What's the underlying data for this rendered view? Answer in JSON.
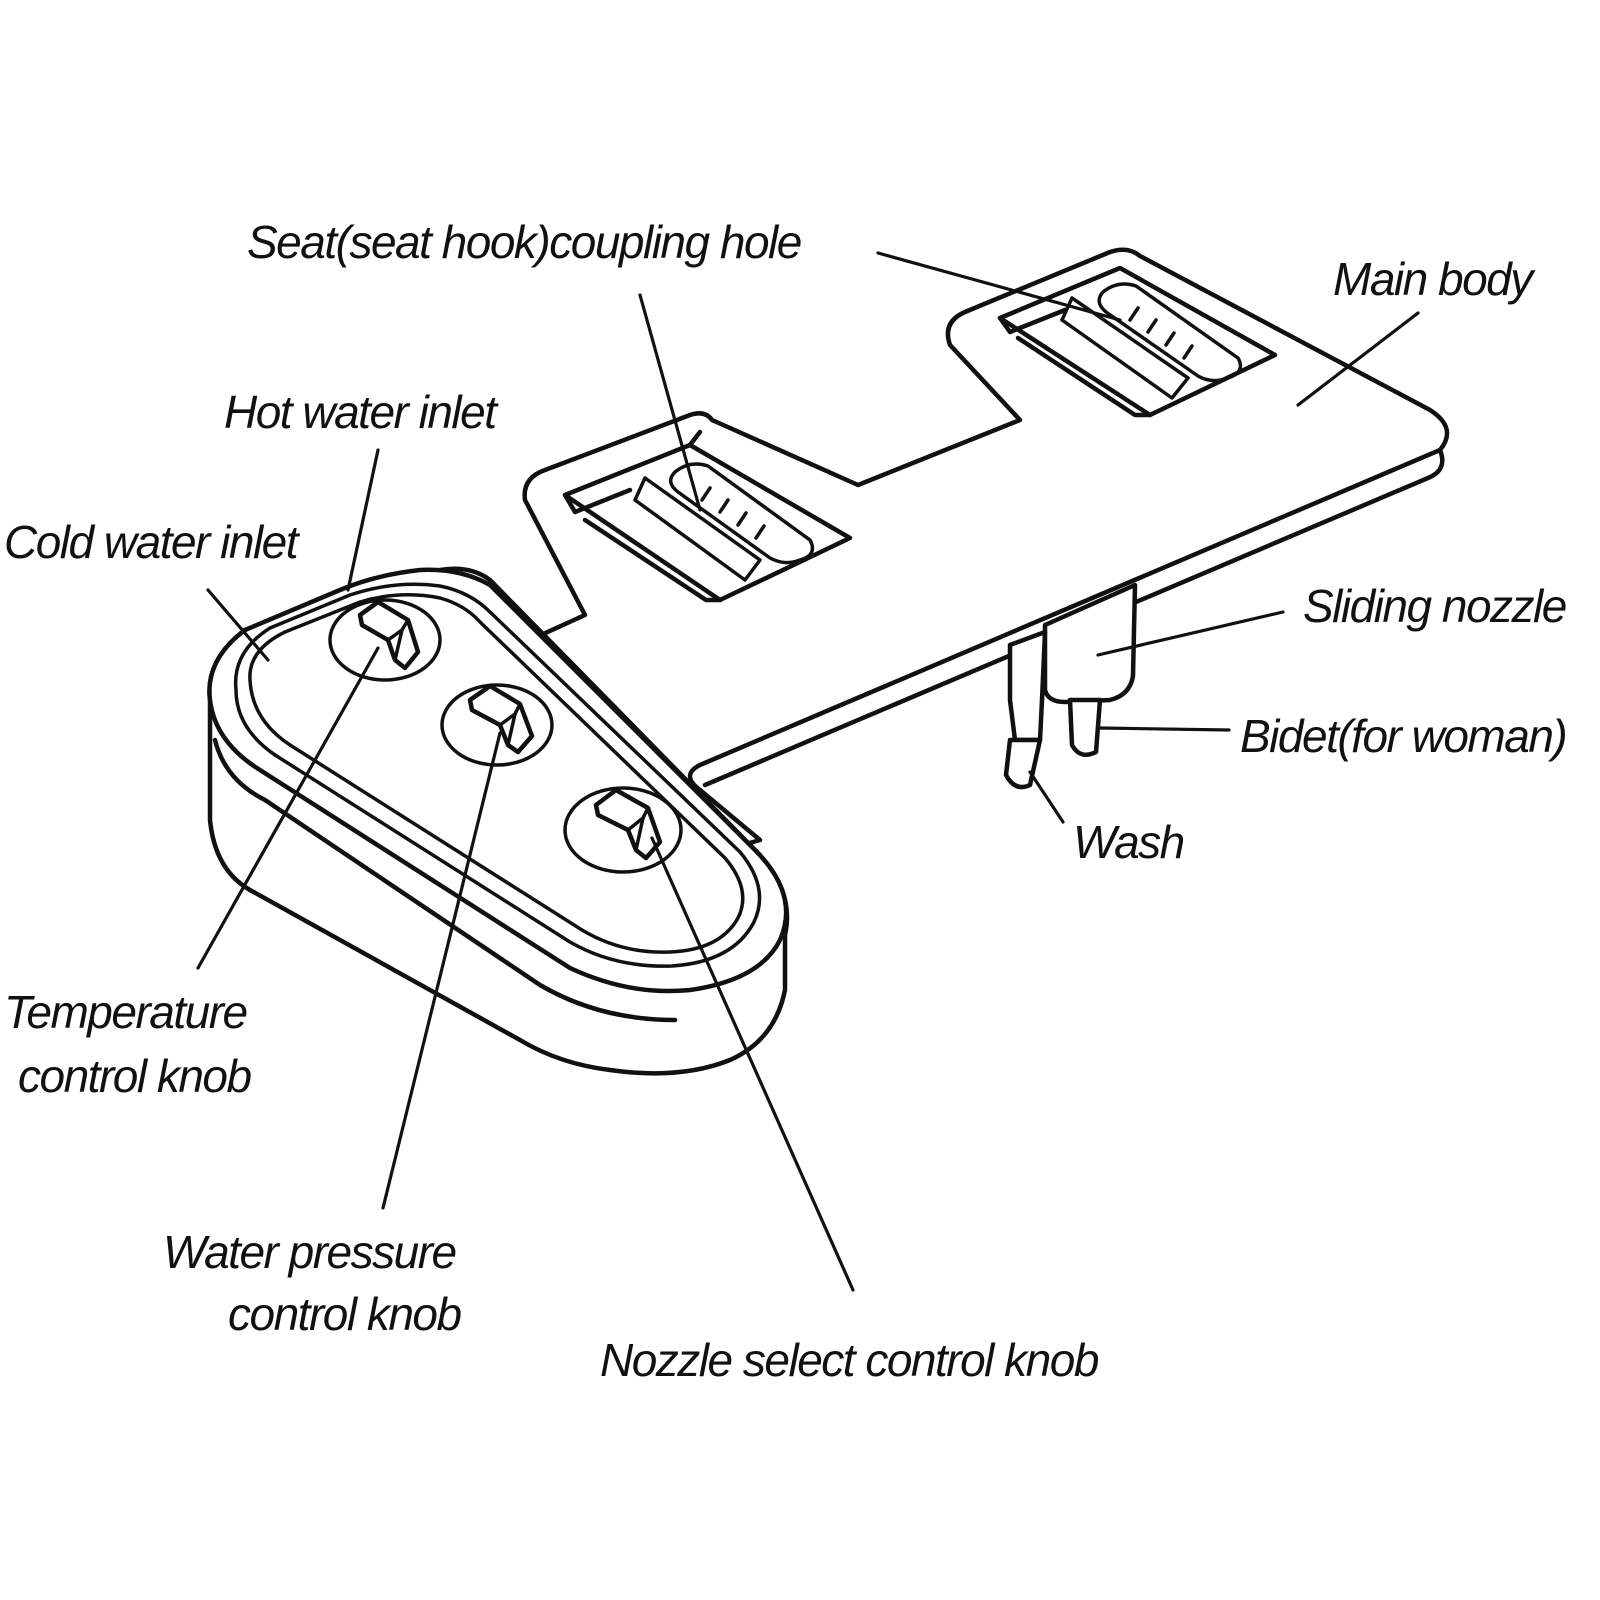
{
  "labels": {
    "seat_coupling_hole": "Seat(seat hook)coupling hole",
    "main_body": "Main body",
    "hot_water_inlet": "Hot water inlet",
    "cold_water_inlet": "Cold water inlet",
    "sliding_nozzle": "Sliding nozzle",
    "bidet": "Bidet(for woman)",
    "wash": "Wash",
    "temperature_knob_line1": "Temperature",
    "temperature_knob_line2": "control knob",
    "pressure_knob_line1": "Water pressure",
    "pressure_knob_line2": "control knob",
    "nozzle_select_knob": "Nozzle select control knob"
  },
  "colors": {
    "ink": "#111111",
    "background": "#ffffff"
  }
}
